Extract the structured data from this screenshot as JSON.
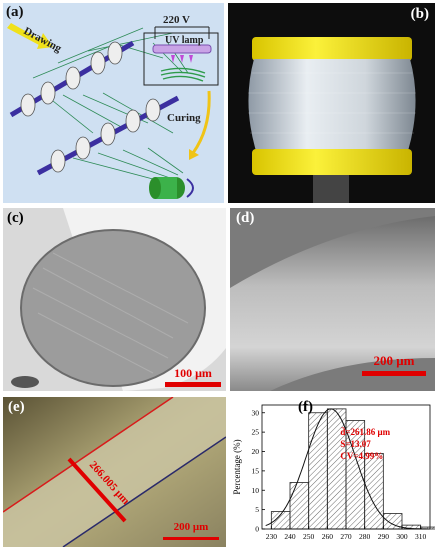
{
  "panels": {
    "a": {
      "label": "(a)",
      "drawing": "Drawing",
      "voltage": "220 V",
      "uv_lamp": "UV lamp",
      "curing": "Curing"
    },
    "b": {
      "label": "(b)"
    },
    "c": {
      "label": "(c)",
      "scale_bar": "100 μm"
    },
    "d": {
      "label": "(d)",
      "scale_bar": "200 μm"
    },
    "e": {
      "label": "(e)",
      "measurement": "266.005 μm",
      "scale_bar": "200 μm"
    },
    "f": {
      "label": "(f)",
      "stats": [
        "d̄=261.86 μm",
        "S=13.07",
        "CV=4.99%"
      ]
    }
  },
  "colors": {
    "scale_bar": "#e00000",
    "stats_text": "#e00000",
    "panel_a_bg": "#cfe0f2",
    "yellow_spool": "#f4e81a"
  },
  "chart_data": {
    "type": "bar",
    "ylabel": "Percentage (%)",
    "xticks": [
      230,
      240,
      250,
      260,
      270,
      280,
      290,
      300,
      310
    ],
    "yticks": [
      0,
      5,
      10,
      15,
      20,
      25,
      30
    ],
    "xlim": [
      225,
      315
    ],
    "ylim": [
      0,
      32
    ],
    "bin_edges": [
      230,
      240,
      250,
      260,
      270,
      280,
      290,
      300,
      310
    ],
    "values": [
      4.5,
      12,
      30,
      31,
      28,
      19.5,
      4,
      1,
      0.5
    ],
    "fit": "normal",
    "fit_mean": 261.86,
    "fit_sd": 13.07,
    "stats": [
      "d̄=261.86 μm",
      "S=13.07",
      "CV=4.99%"
    ]
  }
}
